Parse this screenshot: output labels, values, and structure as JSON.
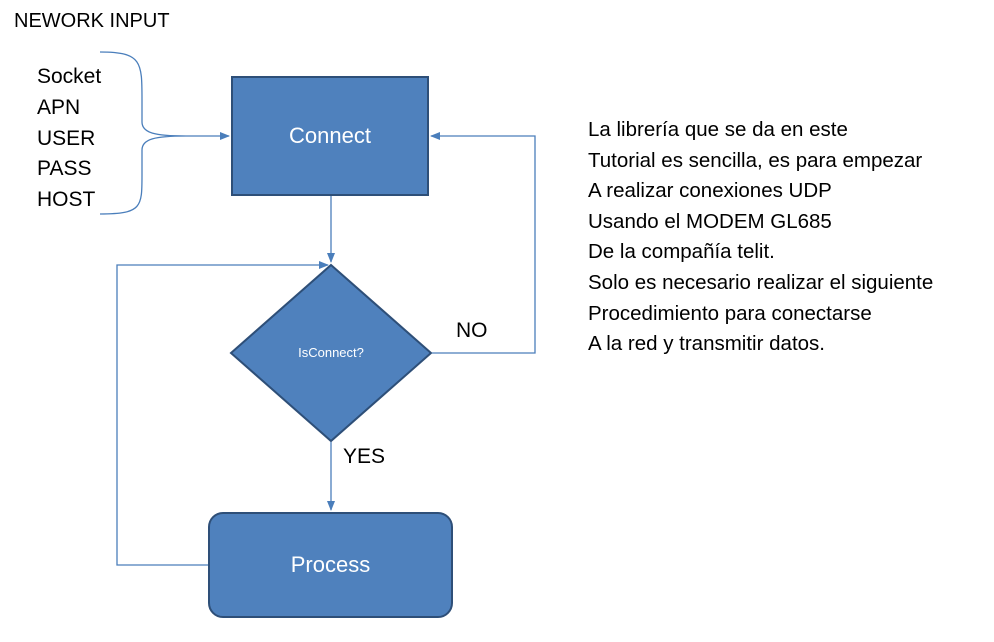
{
  "title": "NEWORK INPUT",
  "inputs": [
    "Socket",
    "APN",
    "USER",
    "PASS",
    "HOST"
  ],
  "nodes": {
    "connect": "Connect",
    "decision": "IsConnect?",
    "process": "Process"
  },
  "edges": {
    "no_label": "NO",
    "yes_label": "YES"
  },
  "description": [
    "La librería que se da en este",
    "Tutorial es sencilla, es  para empezar",
    "A realizar conexiones UDP",
    "Usando el MODEM GL685",
    "De la compañía telit.",
    "Solo es necesario realizar el siguiente",
    "Procedimiento para conectarse",
    "A la red y transmitir datos."
  ],
  "colors": {
    "node_fill": "#4f81bd",
    "node_stroke": "#2e4f78",
    "connector": "#4a7ebb",
    "text": "#000000",
    "node_text": "#ffffff"
  }
}
